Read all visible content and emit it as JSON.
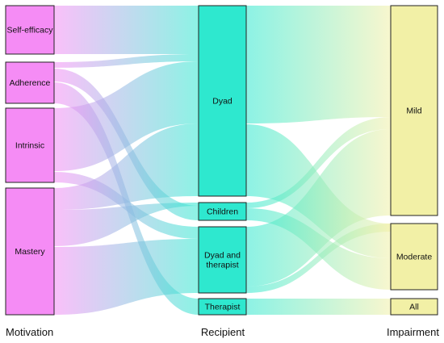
{
  "columns": [
    {
      "id": "motivation",
      "label": "Motivation",
      "color": "#f58cf5"
    },
    {
      "id": "recipient",
      "label": "Recipient",
      "color": "#2ee8cf"
    },
    {
      "id": "impairment",
      "label": "Impairment",
      "color": "#f2f0a6"
    }
  ],
  "nodes": {
    "self_efficacy": {
      "label": "Self-efficacy",
      "column": "motivation"
    },
    "adherence": {
      "label": "Adherence",
      "column": "motivation"
    },
    "intrinsic": {
      "label": "Intrinsic",
      "column": "motivation"
    },
    "mastery": {
      "label": "Mastery",
      "column": "motivation"
    },
    "dyad": {
      "label": "Dyad",
      "column": "recipient"
    },
    "children": {
      "label": "Children",
      "column": "recipient"
    },
    "dyad_therapist": {
      "label": "Dyad and\ntherapist",
      "column": "recipient"
    },
    "therapist": {
      "label": "Therapist",
      "column": "recipient"
    },
    "mild": {
      "label": "Mild",
      "column": "impairment"
    },
    "moderate": {
      "label": "Moderate",
      "column": "impairment"
    },
    "all": {
      "label": "All",
      "column": "impairment"
    }
  },
  "links": [
    {
      "source": "self_efficacy",
      "target": "dyad"
    },
    {
      "source": "adherence",
      "target": "dyad"
    },
    {
      "source": "adherence",
      "target": "children"
    },
    {
      "source": "adherence",
      "target": "therapist"
    },
    {
      "source": "intrinsic",
      "target": "dyad"
    },
    {
      "source": "intrinsic",
      "target": "dyad_therapist"
    },
    {
      "source": "mastery",
      "target": "dyad"
    },
    {
      "source": "mastery",
      "target": "children"
    },
    {
      "source": "mastery",
      "target": "dyad_therapist"
    },
    {
      "source": "dyad",
      "target": "mild"
    },
    {
      "source": "dyad",
      "target": "moderate"
    },
    {
      "source": "children",
      "target": "mild"
    },
    {
      "source": "children",
      "target": "moderate"
    },
    {
      "source": "dyad_therapist",
      "target": "mild"
    },
    {
      "source": "dyad_therapist",
      "target": "moderate"
    },
    {
      "source": "therapist",
      "target": "all"
    }
  ]
}
